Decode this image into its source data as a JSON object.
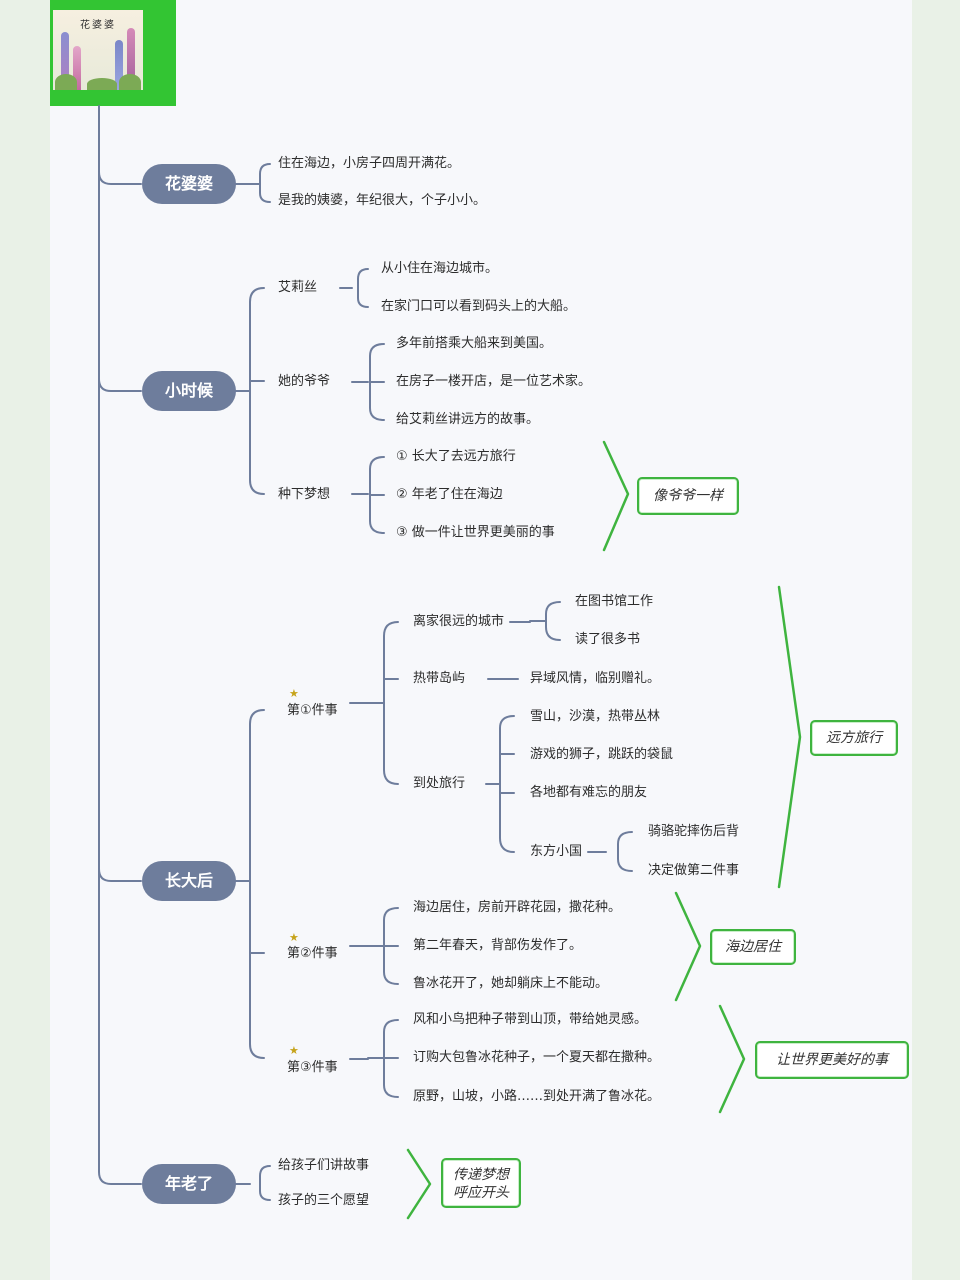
{
  "cover": {
    "title": "花婆婆"
  },
  "nodes": {
    "n1": "花婆婆",
    "n2": "小时候",
    "n3": "长大后",
    "n4": "年老了"
  },
  "huapopo": {
    "items": [
      "住在海边，小房子四周开满花。",
      "是我的姨婆，年纪很大，个子小小。"
    ]
  },
  "childhood": {
    "alice": {
      "label": "艾莉丝",
      "items": [
        "从小住在海边城市。",
        "在家门口可以看到码头上的大船。"
      ]
    },
    "grandpa": {
      "label": "她的爷爷",
      "items": [
        "多年前搭乘大船来到美国。",
        "在房子一楼开店，是一位艺术家。",
        "给艾莉丝讲远方的故事。"
      ]
    },
    "dream": {
      "label": "种下梦想",
      "items": [
        "① 长大了去远方旅行",
        "② 年老了住在海边",
        "③ 做一件让世界更美丽的事"
      ],
      "summary": "像爷爷一样"
    }
  },
  "grownup": {
    "thing1": {
      "label": "第①件事",
      "city": {
        "label": "离家很远的城市",
        "items": [
          "在图书馆工作",
          "读了很多书"
        ]
      },
      "island": {
        "label": "热带岛屿",
        "item": "异域风情，临别赠礼。"
      },
      "travel": {
        "label": "到处旅行",
        "items": [
          "雪山，沙漠，热带丛林",
          "游戏的狮子，跳跃的袋鼠",
          "各地都有难忘的朋友"
        ],
        "east": {
          "label": "东方小国",
          "items": [
            "骑骆驼摔伤后背",
            "决定做第二件事"
          ]
        }
      },
      "summary": "远方旅行"
    },
    "thing2": {
      "label": "第②件事",
      "items": [
        "海边居住，房前开辟花园，撒花种。",
        "第二年春天，背部伤发作了。",
        "鲁冰花开了，她却躺床上不能动。"
      ],
      "summary": "海边居住"
    },
    "thing3": {
      "label": "第③件事",
      "items": [
        "风和小鸟把种子带到山顶，带给她灵感。",
        "订购大包鲁冰花种子，一个夏天都在撒种。",
        "原野，山坡，小路……到处开满了鲁冰花。"
      ],
      "summary": "让世界更美好的事"
    }
  },
  "old": {
    "items": [
      "给孩子们讲故事",
      "孩子的三个愿望"
    ],
    "summary1": "传递梦想",
    "summary2": "呼应开头"
  }
}
